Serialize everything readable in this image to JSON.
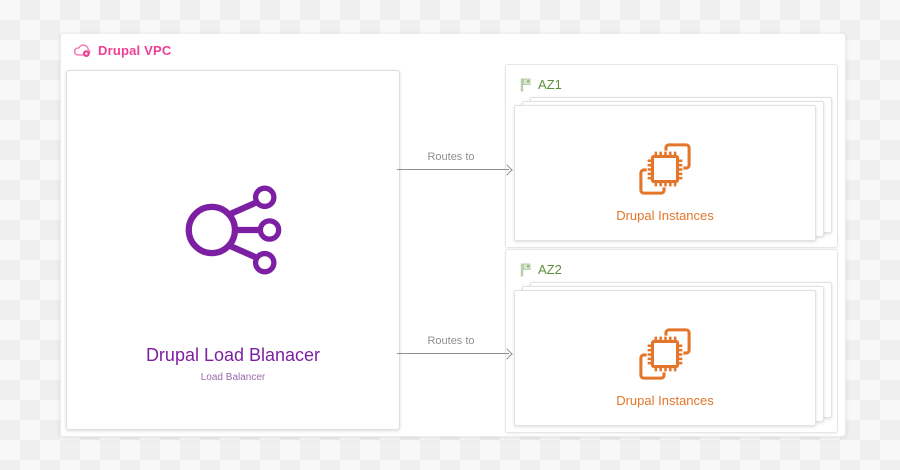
{
  "colors": {
    "canvas_light": "#f8f8f8",
    "canvas_dark": "#efefef",
    "vpc_pink": "#ed3f93",
    "lb_purple": "#7d1fa2",
    "lb_purple_muted": "#9b6bad",
    "az_green": "#5e8f3d",
    "az_green_soft": "#b7cfa9",
    "instance_orange": "#e4762c",
    "arrow_gray": "#8f8f8f"
  },
  "vpc": {
    "label": "Drupal VPC",
    "icon": "vpc-cloud-icon"
  },
  "load_balancer": {
    "title": "Drupal Load Blanacer",
    "subtitle": "Load Balancer",
    "icon": "load-balancer-icon"
  },
  "connections": [
    {
      "label": "Routes to",
      "from": "Drupal Load Blanacer",
      "to": "AZ1"
    },
    {
      "label": "Routes to",
      "from": "Drupal Load Blanacer",
      "to": "AZ2"
    }
  ],
  "availability_zones": [
    {
      "label": "AZ1",
      "icon": "flag-icon",
      "instances_label": "Drupal Instances",
      "instances_icon": "chip-icon",
      "stack_count": 3
    },
    {
      "label": "AZ2",
      "icon": "flag-icon",
      "instances_label": "Drupal Instances",
      "instances_icon": "chip-icon",
      "stack_count": 3
    }
  ]
}
